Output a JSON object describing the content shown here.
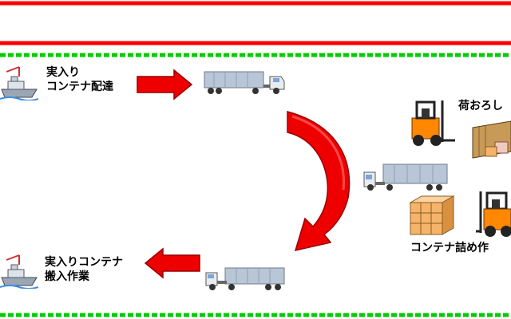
{
  "labels": {
    "delivery_line1": "実入り",
    "delivery_line2": "コンテナ配達",
    "unloading": "荷おろし",
    "stuffing": "コンテナ詰め作",
    "return_line1": "実入りコンテナ",
    "return_line2": "搬入作業"
  },
  "colors": {
    "top_border": "#ff0000",
    "dashed_border": "#00cc00",
    "arrow_red": "#ee0000",
    "forklift_orange": "#ff8800",
    "box_tan": "#f5b46a"
  }
}
